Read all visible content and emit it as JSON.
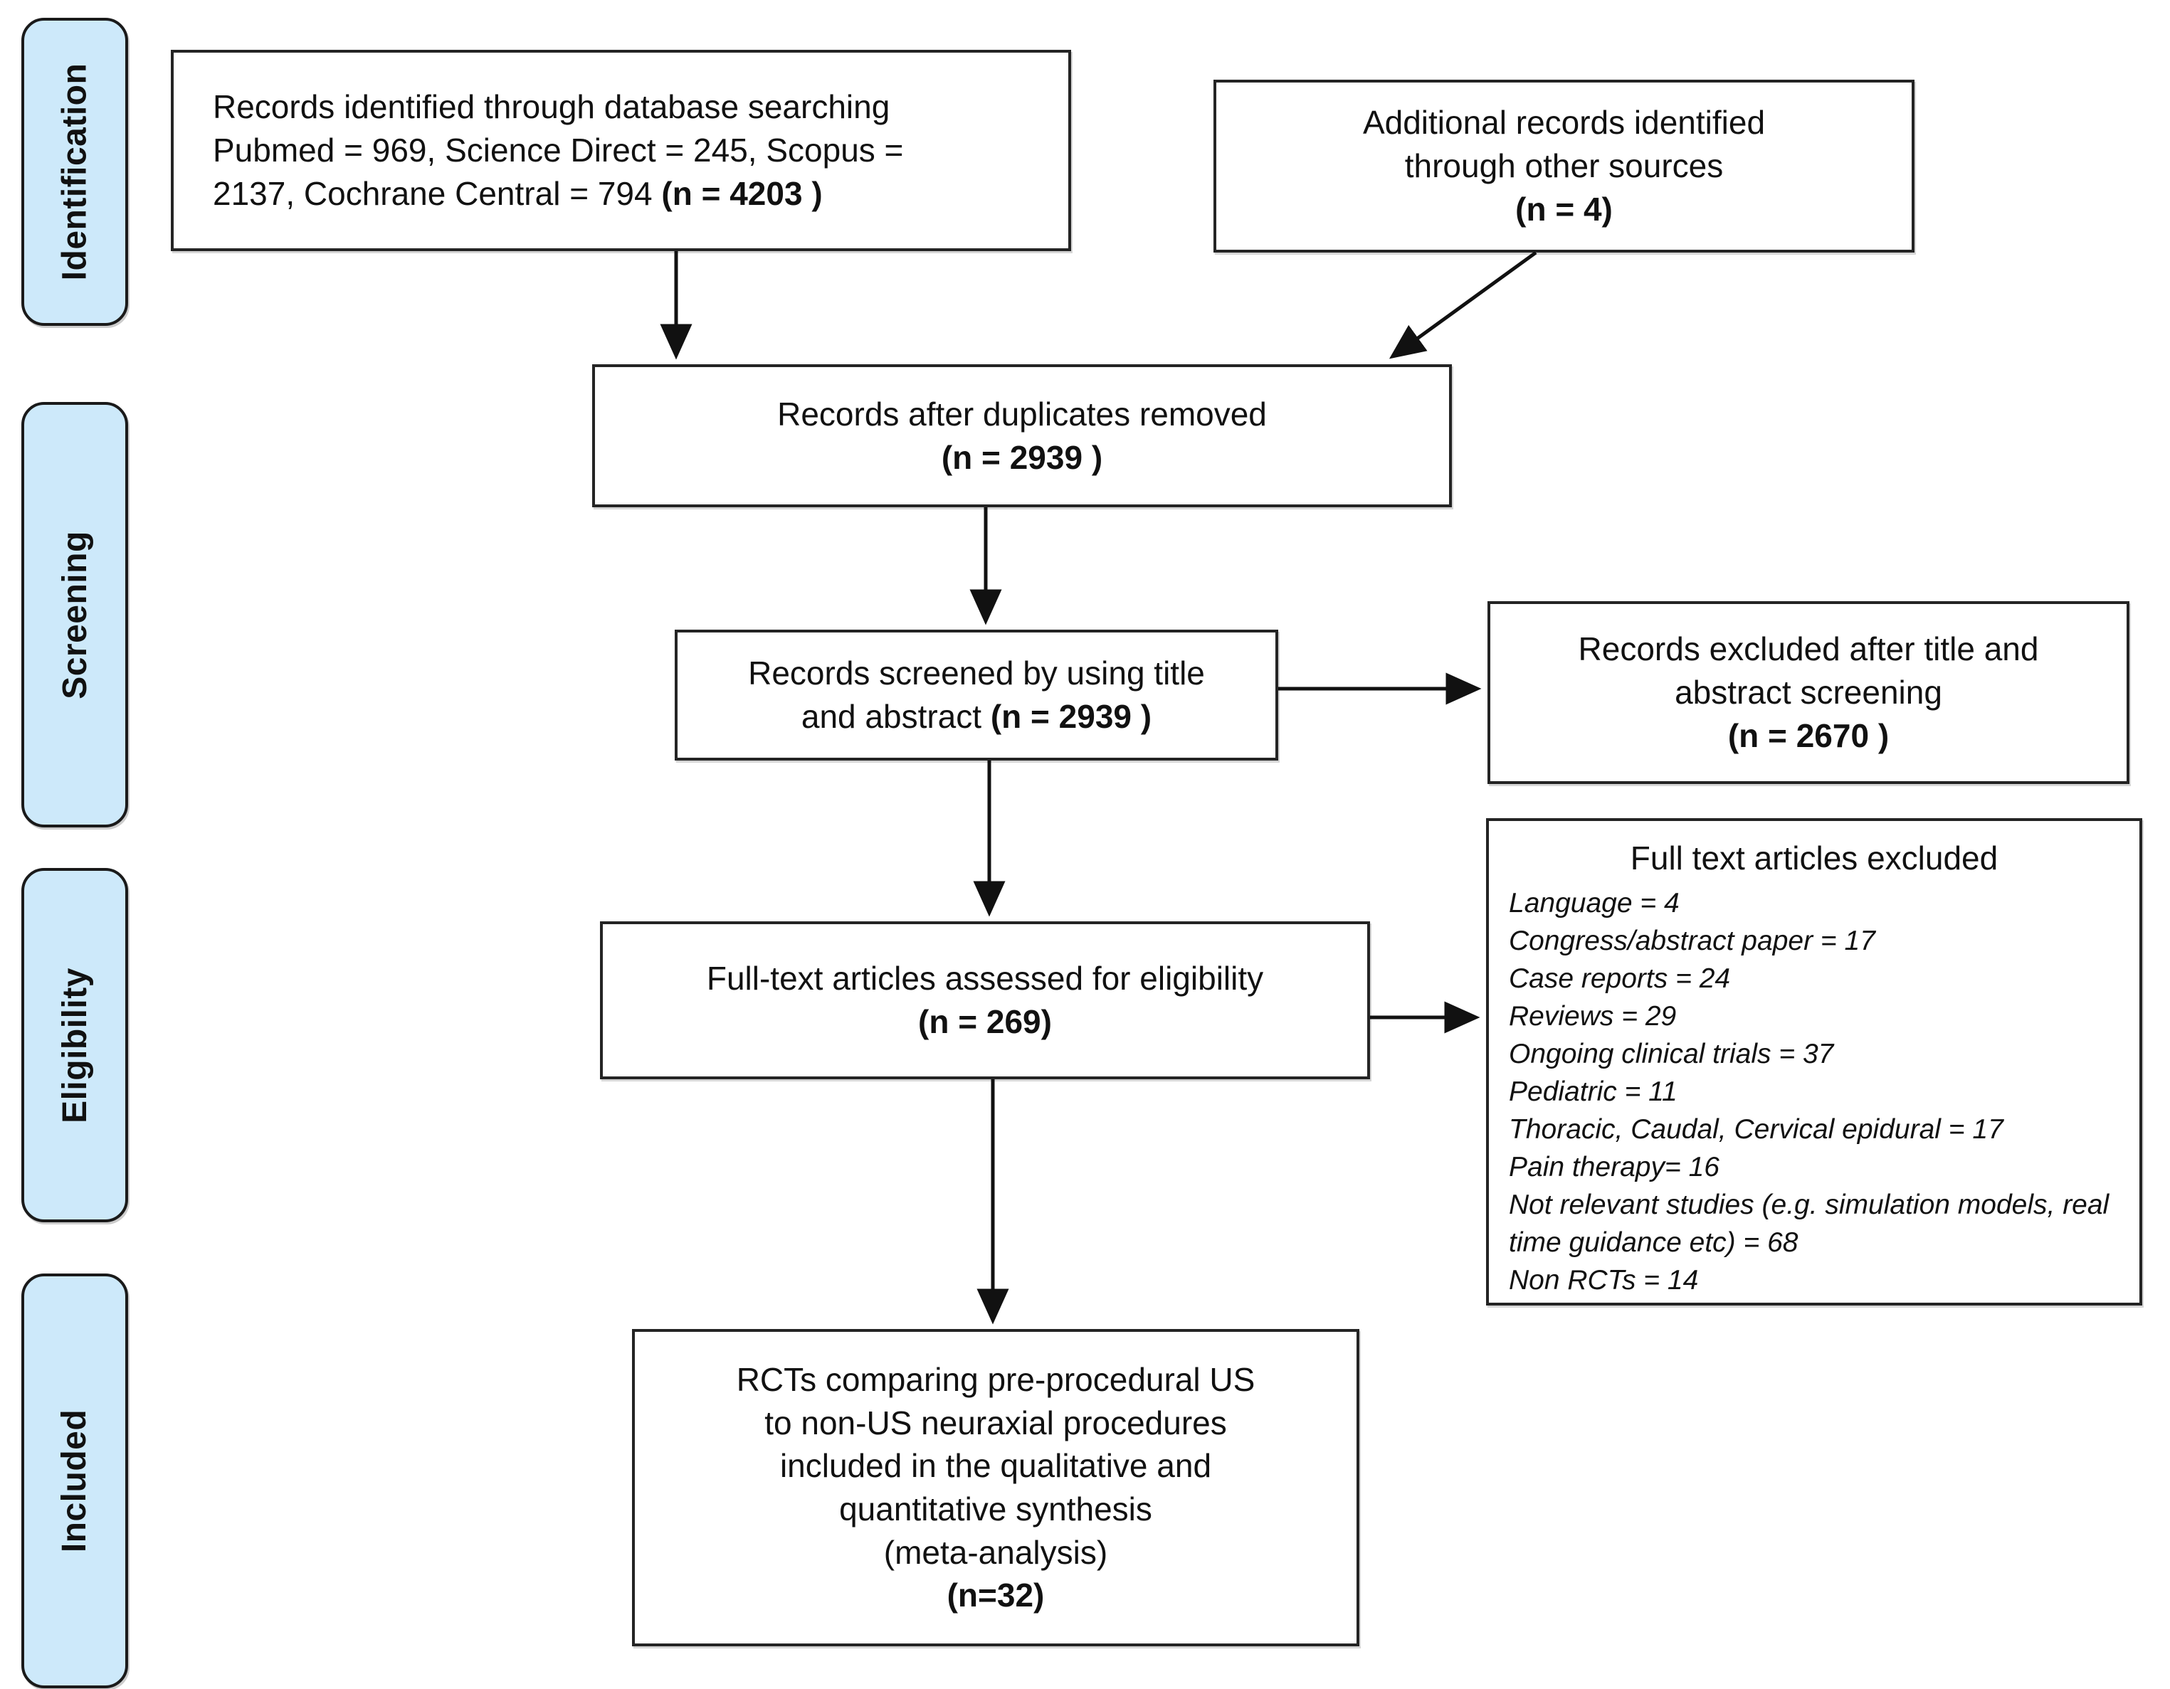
{
  "sidebar": {
    "stages": [
      "Identification",
      "Screening",
      "Eligibility",
      "Included"
    ]
  },
  "boxes": {
    "identified": {
      "line1": "Records identified through database searching",
      "line2": "Pubmed = 969, Science Direct = 245, Scopus =",
      "line3_normal": "2137, Cochrane Central = 794 ",
      "line3_bold": "(n = 4203 )"
    },
    "additional": {
      "line1": "Additional records identified",
      "line2": "through other sources",
      "n": "(n = 4)"
    },
    "duplicates": {
      "line1": "Records after duplicates removed",
      "n": "(n = 2939 )"
    },
    "screened": {
      "line1": "Records screened by using title",
      "line2_normal": "and abstract ",
      "line2_bold": "(n = 2939 )"
    },
    "excluded_title_abstract": {
      "line1": "Records excluded after title and",
      "line2": "abstract screening",
      "n": "(n = 2670 )"
    },
    "fulltext_assessed": {
      "line1": "Full-text articles assessed for eligibility",
      "n": "(n = 269)"
    },
    "fulltext_excluded": {
      "title": "Full text articles excluded",
      "items": [
        "Language = 4",
        "Congress/abstract paper = 17",
        "Case reports = 24",
        "Reviews = 29",
        "Ongoing clinical trials = 37",
        "Pediatric = 11",
        "Thoracic, Caudal, Cervical epidural = 17",
        "Pain therapy= 16",
        "Not relevant studies (e.g. simulation models, real time guidance etc) = 68",
        "Non RCTs = 14"
      ]
    },
    "included_rcts": {
      "line1": "RCTs comparing pre-procedural US",
      "line2": "to non-US neuraxial procedures",
      "line3": "included in the qualitative and",
      "line4": "quantitative synthesis",
      "line5": "(meta-analysis)",
      "n": "(n=32)"
    }
  },
  "colors": {
    "stage_fill": "#cde9fa",
    "box_border": "#242424",
    "arrow": "#111111"
  }
}
